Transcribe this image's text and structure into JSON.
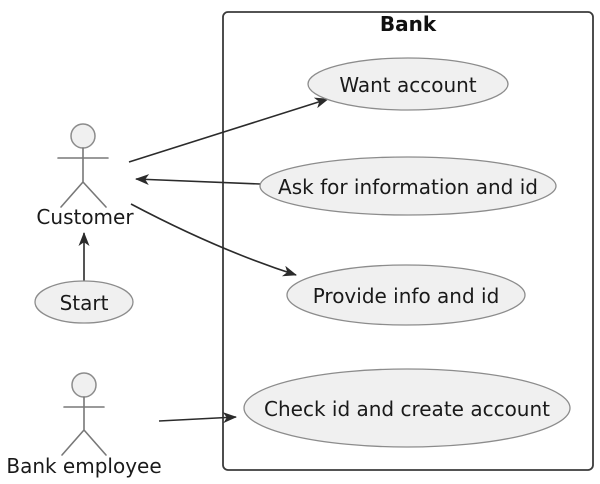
{
  "diagram": {
    "type": "uml-use-case",
    "system_boundary": {
      "label": "Bank"
    },
    "actors": [
      {
        "id": "customer",
        "label": "Customer"
      },
      {
        "id": "bank-employee",
        "label": "Bank employee"
      }
    ],
    "use_cases": [
      {
        "id": "want-account",
        "label": "Want account"
      },
      {
        "id": "ask-for-information-and-id",
        "label": "Ask for information and id"
      },
      {
        "id": "provide-info-and-id",
        "label": "Provide info and id"
      },
      {
        "id": "check-id-and-create-account",
        "label": "Check id and create account"
      }
    ],
    "start_node": {
      "label": "Start"
    },
    "relations": [
      {
        "from": "Customer",
        "to": "Want account",
        "arrow": "to-use-case"
      },
      {
        "from": "Ask for information and id",
        "to": "Customer",
        "arrow": "to-actor"
      },
      {
        "from": "Customer",
        "to": "Provide info and id",
        "arrow": "to-use-case"
      },
      {
        "from": "Start",
        "to": "Customer",
        "arrow": "to-actor"
      },
      {
        "from": "Bank employee",
        "to": "Check id and create account",
        "arrow": "to-use-case"
      }
    ],
    "colors": {
      "background": "#ffffff",
      "node_fill": "#f0f0f0",
      "node_stroke": "#8c8c8c",
      "boundary_stroke": "#3b3b3b",
      "edge": "#2b2b2b",
      "actor_stroke": "#787878",
      "text": "#1a1a1a"
    }
  }
}
